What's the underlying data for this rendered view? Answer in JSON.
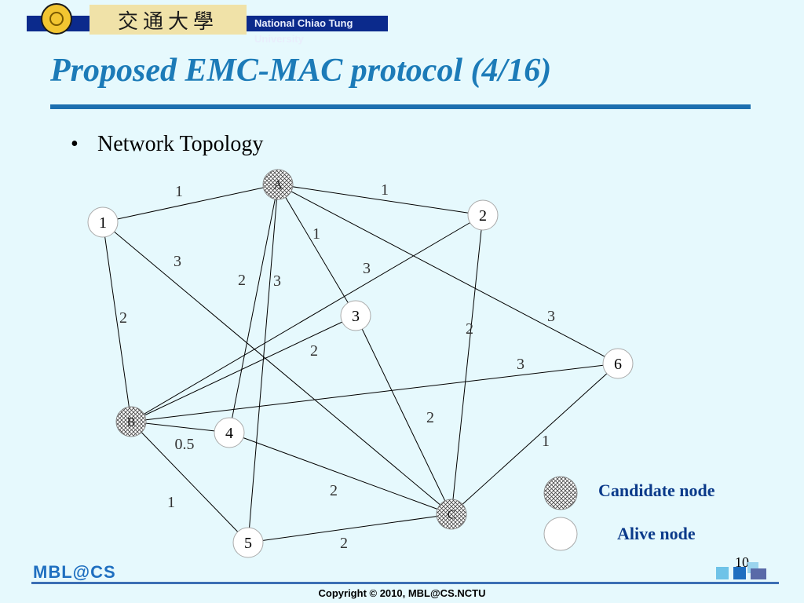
{
  "header": {
    "chinese_name": "交通大學",
    "english_name": "National Chiao Tung University"
  },
  "slide": {
    "title": "Proposed EMC-MAC protocol (4/16)",
    "bullet": "Network Topology"
  },
  "topology": {
    "nodes": [
      {
        "id": "A",
        "kind": "candidate"
      },
      {
        "id": "B",
        "kind": "candidate"
      },
      {
        "id": "C",
        "kind": "candidate"
      },
      {
        "id": "1",
        "kind": "alive"
      },
      {
        "id": "2",
        "kind": "alive"
      },
      {
        "id": "3",
        "kind": "alive"
      },
      {
        "id": "4",
        "kind": "alive"
      },
      {
        "id": "5",
        "kind": "alive"
      },
      {
        "id": "6",
        "kind": "alive"
      }
    ],
    "edges": [
      {
        "from": "1",
        "to": "A",
        "weight": "1"
      },
      {
        "from": "A",
        "to": "2",
        "weight": "1"
      },
      {
        "from": "A",
        "to": "3",
        "weight": "1"
      },
      {
        "from": "1",
        "to": "C",
        "weight": "3"
      },
      {
        "from": "2",
        "to": "B",
        "weight": "3"
      },
      {
        "from": "A",
        "to": "4",
        "weight": "2"
      },
      {
        "from": "A",
        "to": "5",
        "weight": "3"
      },
      {
        "from": "1",
        "to": "B",
        "weight": "2"
      },
      {
        "from": "A",
        "to": "6",
        "weight": "3"
      },
      {
        "from": "2",
        "to": "C",
        "weight": "2"
      },
      {
        "from": "3",
        "to": "B",
        "weight": "2"
      },
      {
        "from": "B",
        "to": "6",
        "weight": "3"
      },
      {
        "from": "3",
        "to": "C",
        "weight": "2"
      },
      {
        "from": "6",
        "to": "C",
        "weight": "1"
      },
      {
        "from": "B",
        "to": "4",
        "weight": "0.5"
      },
      {
        "from": "4",
        "to": "C",
        "weight": "2"
      },
      {
        "from": "B",
        "to": "5",
        "weight": "1"
      },
      {
        "from": "5",
        "to": "C",
        "weight": "2"
      }
    ]
  },
  "legend": {
    "candidate_label": "Candidate node",
    "alive_label": "Alive node"
  },
  "footer": {
    "logo": "MBL@CS",
    "page_number": "10",
    "copyright": "Copyright © 2010, MBL@CS.NCTU"
  },
  "colors": {
    "background": "#e6f9fd",
    "title": "#1c7bb8",
    "rule": "#1c6fb0",
    "legend_text": "#0b3a8a",
    "banner": "#0b2a8c"
  }
}
